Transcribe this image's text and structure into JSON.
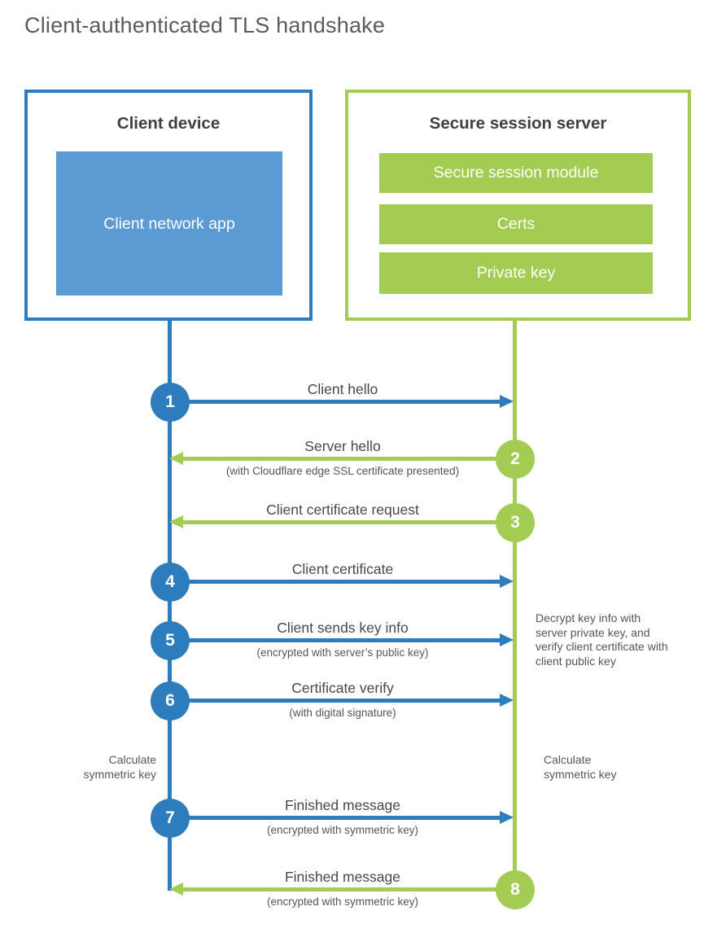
{
  "title": "Client-authenticated TLS handshake",
  "client": {
    "title": "Client device",
    "app_label": "Client network app"
  },
  "server": {
    "title": "Secure session server",
    "modules": [
      "Secure session module",
      "Certs",
      "Private key"
    ]
  },
  "steps": [
    {
      "number": "1",
      "label": "Client hello",
      "sublabel": "",
      "from": "client",
      "to": "server"
    },
    {
      "number": "2",
      "label": "Server hello",
      "sublabel": "(with Cloudflare edge SSL certificate presented)",
      "from": "server",
      "to": "client"
    },
    {
      "number": "3",
      "label": "Client certificate request",
      "sublabel": "",
      "from": "server",
      "to": "client"
    },
    {
      "number": "4",
      "label": "Client certificate",
      "sublabel": "",
      "from": "client",
      "to": "server"
    },
    {
      "number": "5",
      "label": "Client sends key info",
      "sublabel": "(encrypted with server’s public key)",
      "from": "client",
      "to": "server"
    },
    {
      "number": "6",
      "label": "Certificate verify",
      "sublabel": "(with digital signature)",
      "from": "client",
      "to": "server"
    },
    {
      "number": "7",
      "label": "Finished message",
      "sublabel": "(encrypted with symmetric key)",
      "from": "client",
      "to": "server"
    },
    {
      "number": "8",
      "label": "Finished message",
      "sublabel": "(encrypted with symmetric key)",
      "from": "server",
      "to": "client"
    }
  ],
  "annotations": {
    "decrypt_note": "Decrypt key info with server private key, and verify client certificate with client public key",
    "calculate_left": "Calculate\nsymmetric key",
    "calculate_right": "Calculate\nsymmetric key"
  },
  "colors": {
    "blue": "#2d7cbe",
    "light_blue": "#5b9ad2",
    "green": "#a4cb52",
    "heading_text": "#3f4043",
    "label_text": "#47484b",
    "subtext": "#55565a"
  }
}
